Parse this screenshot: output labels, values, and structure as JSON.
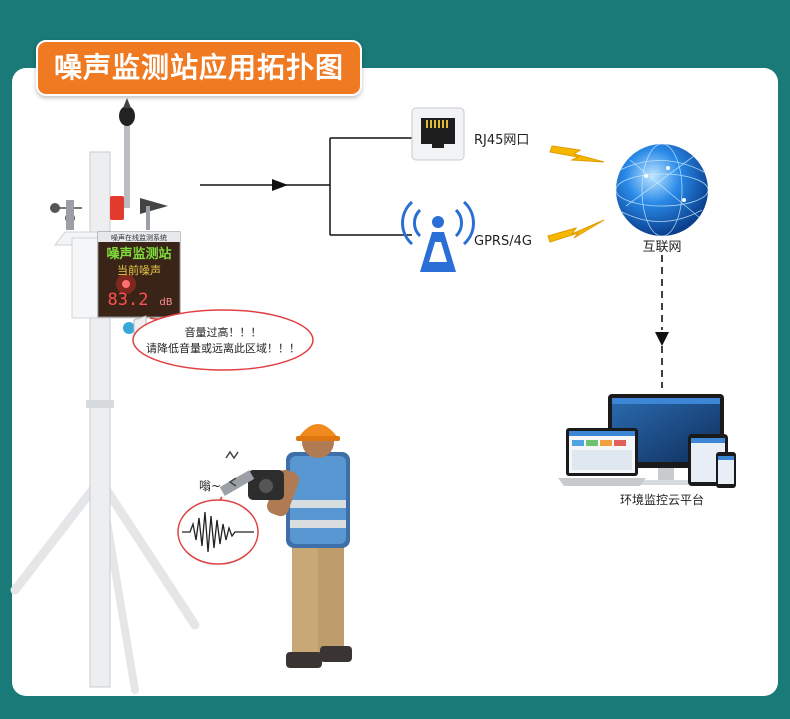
{
  "title": "噪声监测站应用拓扑图",
  "station": {
    "panel_header": "噪声在线监测系统",
    "panel_line1": "噪声监测站",
    "panel_line2": "当前噪声",
    "reading": "83.2",
    "unit": "dB"
  },
  "warning": {
    "line1": "音量过高！！！",
    "line2": "请降低音量或远离此区域！！！"
  },
  "sound_label": "嗡~",
  "links": {
    "rj45": "RJ45网口",
    "gprs": "GPRS/4G"
  },
  "internet_label": "互联网",
  "platform_label": "环境监控云平台",
  "colors": {
    "background": "#1a7a78",
    "title_badge": "#ef7a22",
    "lightning": "#f5b800",
    "warning_outline": "#e04040",
    "globe": "#1a6fd0",
    "led_red": "#ff3030"
  }
}
